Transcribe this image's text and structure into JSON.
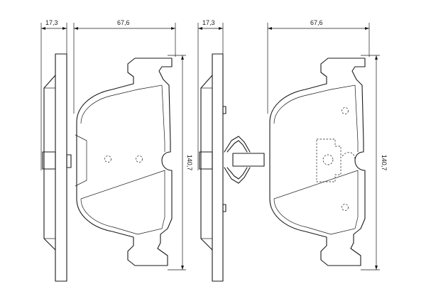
{
  "drawing": {
    "left_view": {
      "dim_thickness": "17,3",
      "dim_width": "67,6",
      "dim_height": "140,7"
    },
    "right_view": {
      "dim_thickness": "17,3",
      "dim_width": "67,6",
      "dim_height": "140,7"
    },
    "colors": {
      "line": "#1a1a1a",
      "background": "#ffffff"
    }
  }
}
